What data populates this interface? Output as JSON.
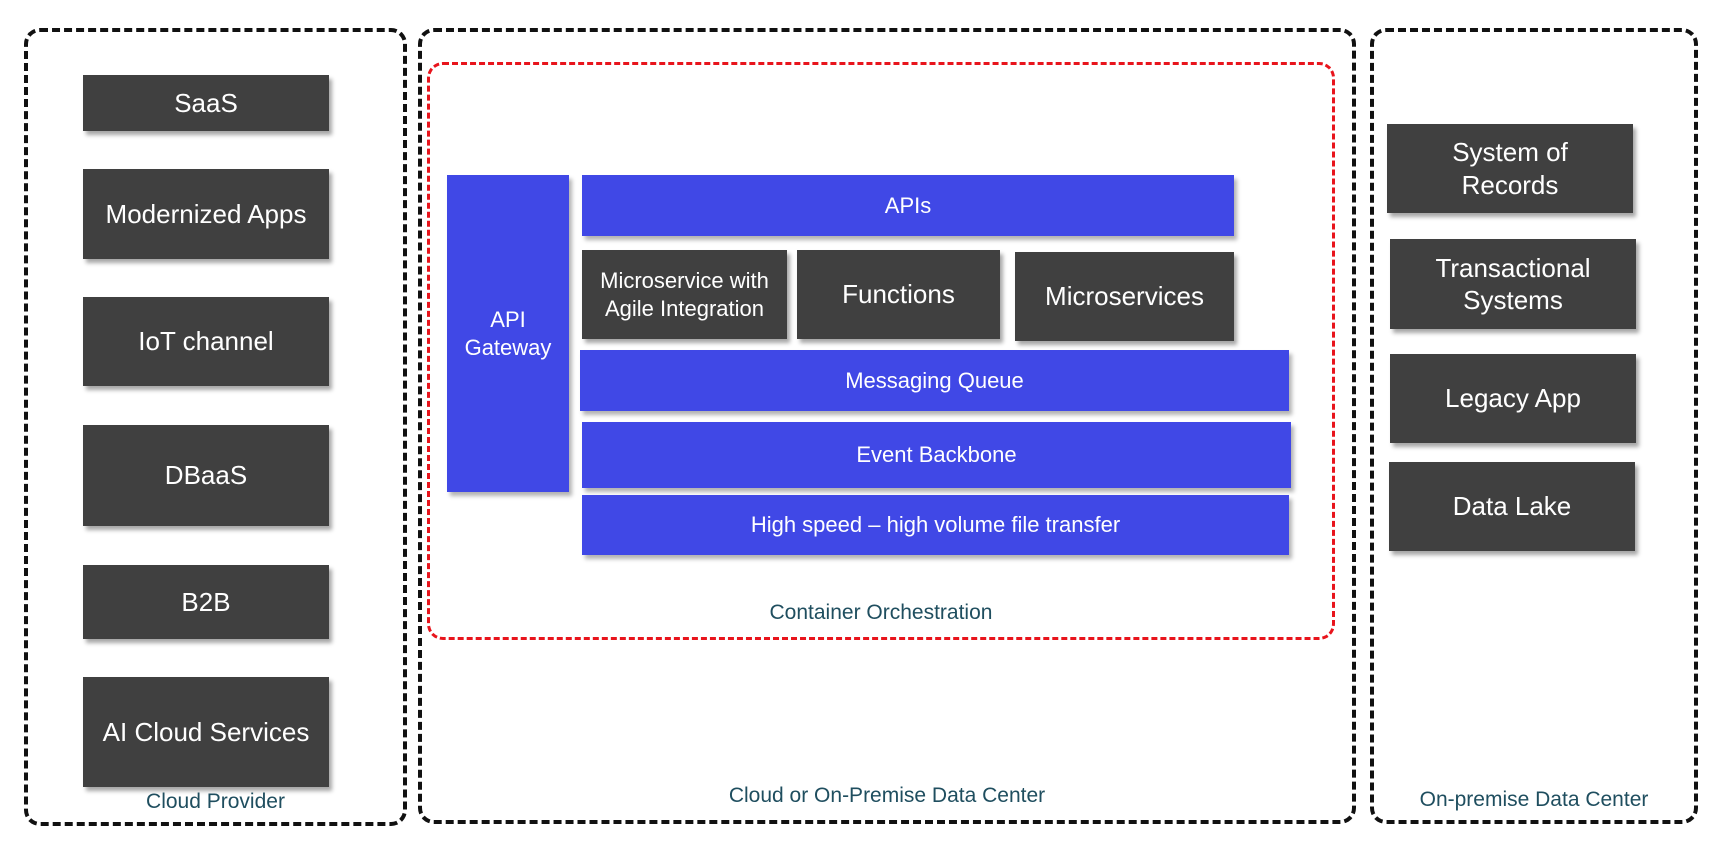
{
  "cloud_provider": {
    "label": "Cloud Provider",
    "items": [
      "SaaS",
      "Modernized Apps",
      "IoT channel",
      "DBaaS",
      "B2B",
      "AI Cloud Services"
    ]
  },
  "data_center": {
    "label": "Cloud or On-Premise Data Center",
    "container": {
      "label": "Container Orchestration",
      "api_gateway": "API Gateway",
      "apis": "APIs",
      "microservice_agile": "Microservice with Agile Integration",
      "functions": "Functions",
      "microservices": "Microservices",
      "messaging_queue": "Messaging Queue",
      "event_backbone": "Event Backbone",
      "file_transfer": "High speed – high volume file transfer"
    }
  },
  "on_premise": {
    "label": "On-premise Data Center",
    "items": [
      "System of Records",
      "Transactional Systems",
      "Legacy App",
      "Data Lake"
    ]
  },
  "colors": {
    "dark_box": "#404040",
    "blue_box": "#4048e6",
    "zone_border": "#111111",
    "container_border": "#e8141c",
    "label_text": "#1f4e5f"
  }
}
